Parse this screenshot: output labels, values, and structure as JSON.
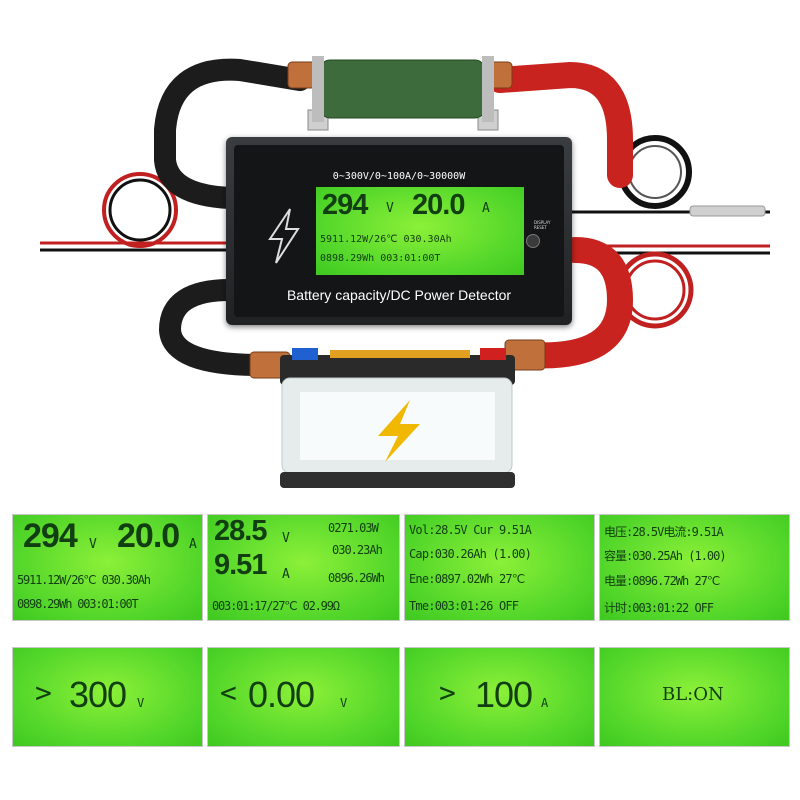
{
  "device": {
    "range_label": "0~300V/0~100A/0~30000W",
    "caption": "Battery capacity/DC Power Detector",
    "button_label_1": "DISPLAY",
    "button_label_2": "RESET",
    "screen": {
      "voltage": "294",
      "voltage_unit": "V",
      "current": "20.0",
      "current_unit": "A",
      "line1": "5911.12W/26℃ 030.30Ah",
      "line2": "0898.29Wh   003:01:00T"
    }
  },
  "panels_top": [
    {
      "voltage": "294",
      "voltage_unit": "V",
      "current": "20.0",
      "current_unit": "A",
      "line1": "5911.12W/26℃ 030.30Ah",
      "line2": "0898.29Wh  003:01:00T"
    },
    {
      "voltage": "28.5",
      "voltage_unit": "V",
      "current": "9.51",
      "current_unit": "A",
      "r1": "0271.03W",
      "r2": "030.23Ah",
      "r3": "0896.26Wh",
      "bottom": "003:01:17/27℃ 02.99Ω"
    },
    {
      "rows": [
        "Vol:28.5V Cur 9.51A",
        "Cap:030.26Ah  (1.00)",
        "Ene:0897.02Wh    27℃",
        "Tme:003:01:26   OFF"
      ]
    },
    {
      "rows": [
        "电压:28.5V电流:9.51A",
        "容量:030.25Ah  (1.00)",
        "电量:0896.72Wh   27℃",
        "计时:003:01:22   OFF"
      ]
    }
  ],
  "panels_bottom": [
    {
      "symbol": ">",
      "value": "300",
      "unit": "V"
    },
    {
      "symbol": "<",
      "value": "0.00",
      "unit": "V"
    },
    {
      "symbol": ">",
      "value": "100",
      "unit": "A"
    },
    {
      "symbol": "",
      "value": "BL:ON",
      "unit": ""
    }
  ],
  "colors": {
    "lcd": "#52d62a",
    "lcd_text": "#123f12",
    "cable_red": "#c8231e",
    "cable_black": "#1c1c1c",
    "resistor": "#3e6b3b"
  }
}
